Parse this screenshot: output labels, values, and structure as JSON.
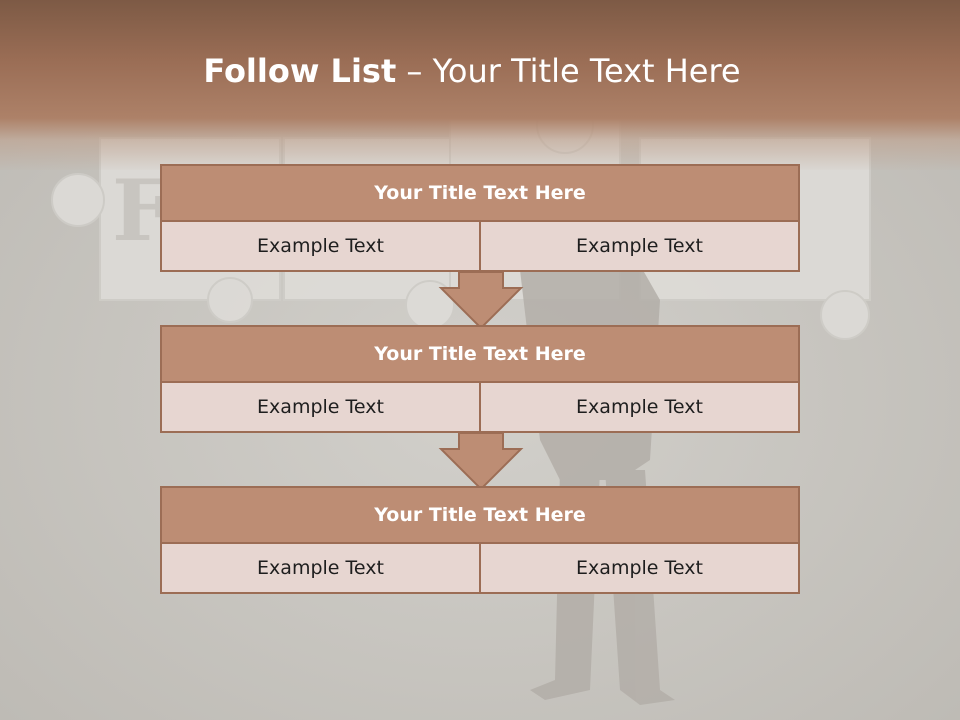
{
  "slide": {
    "title_bold": "Follow List",
    "title_rest": " – Your Title Text Here"
  },
  "boxes": [
    {
      "title": "Your Title Text Here",
      "cells": [
        "Example Text",
        "Example Text"
      ]
    },
    {
      "title": "Your Title Text Here",
      "cells": [
        "Example Text",
        "Example Text"
      ]
    },
    {
      "title": "Your Title Text Here",
      "cells": [
        "Example Text",
        "Example Text"
      ]
    }
  ],
  "colors": {
    "header": "#9a6d55",
    "box_title": "#bd8d74",
    "box_cell": "#e7d6d1",
    "border": "#9c6d55"
  }
}
